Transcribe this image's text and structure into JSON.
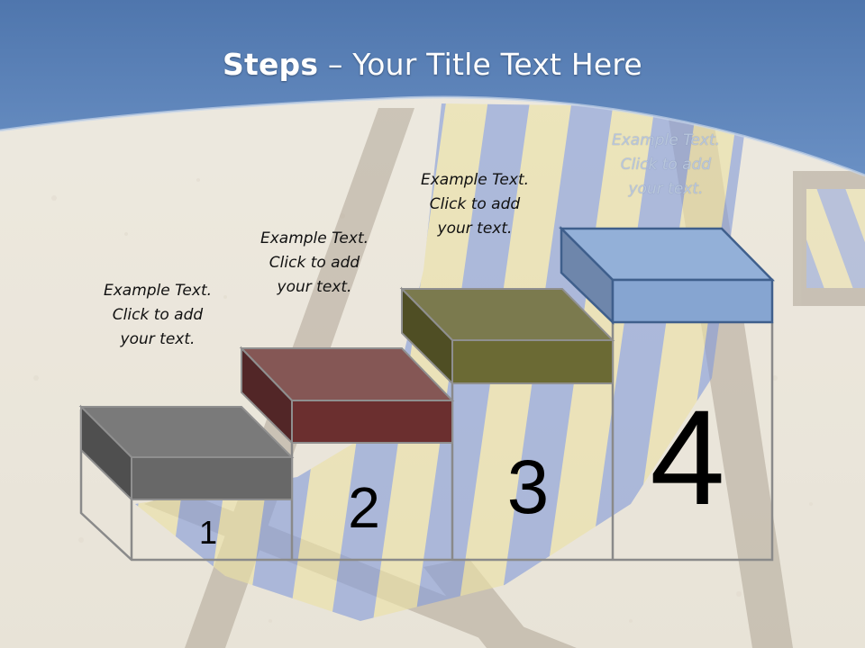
{
  "slide": {
    "title_bold": "Steps",
    "title_rest": " – Your Title Text Here"
  },
  "steps": [
    {
      "number": "1",
      "line1": "Example Text.",
      "line2": "Click  to add",
      "line3": "your text.",
      "color": "#6e6e6e"
    },
    {
      "number": "2",
      "line1": "Example Text.",
      "line2": "Click  to add",
      "line3": "your text.",
      "color": "#6b2f2f"
    },
    {
      "number": "3",
      "line1": "Example Text.",
      "line2": "Click  to add",
      "line3": "your text.",
      "color": "#6b6a34"
    },
    {
      "number": "4",
      "line1": "Example Text.",
      "line2": "Click  to add",
      "line3": "your text.",
      "color": "#86a5d1"
    }
  ],
  "colors": {
    "banner": "#5a82b8",
    "sand": "#e6e0d3",
    "chair_blue": "#3f63c9",
    "chair_yellow": "#e3d37a"
  }
}
